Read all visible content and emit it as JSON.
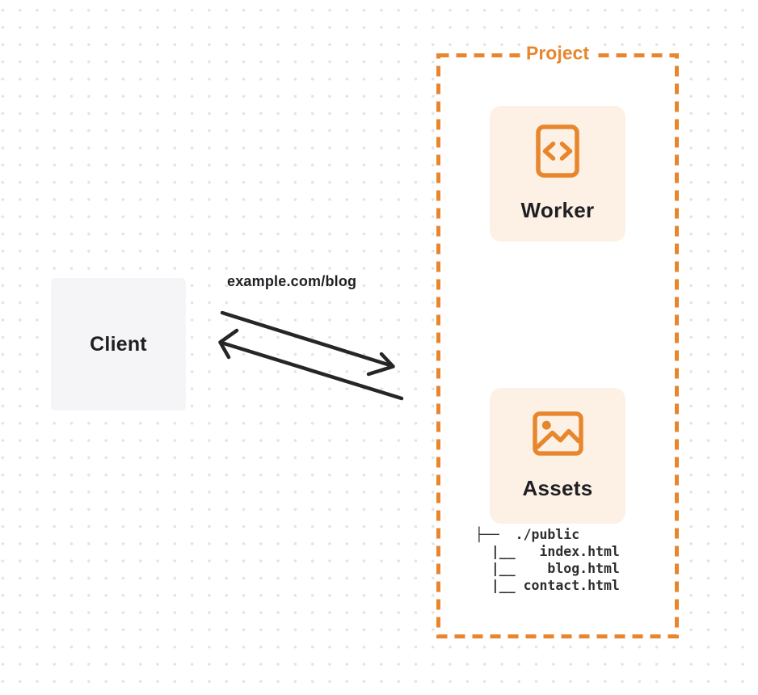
{
  "diagram": {
    "client_box": {
      "label": "Client"
    },
    "request_arrow": {
      "label": "example.com/blog"
    },
    "project_box": {
      "title": "Project",
      "cards": [
        {
          "label": "Worker",
          "icon": "code-file-icon"
        },
        {
          "label": "Assets",
          "icon": "image-icon"
        }
      ],
      "file_tree": "├──  ./public\n  |__   index.html\n  |__    blog.html\n  |__ contact.html"
    },
    "colors": {
      "accent_orange": "#e8862d",
      "card_background": "#fcf1e4",
      "client_background": "#f5f5f7",
      "arrow_ink": "#262626",
      "dot_grid": "#e3e3e6"
    }
  }
}
